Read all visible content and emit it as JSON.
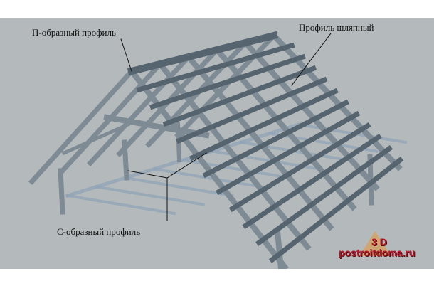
{
  "labels": {
    "p_profile": "П-образный профиль",
    "hat_profile": "Профиль шляпный",
    "c_profile": "С-образный профиль"
  },
  "watermark": {
    "top": "3 D",
    "site": "postroitdoma.ru"
  },
  "colors": {
    "background": "#b4b9bb",
    "steel": "#7e8a94",
    "steel_dark": "#566470",
    "shadow": "#8fa3b8",
    "watermark": "#b0182a"
  }
}
